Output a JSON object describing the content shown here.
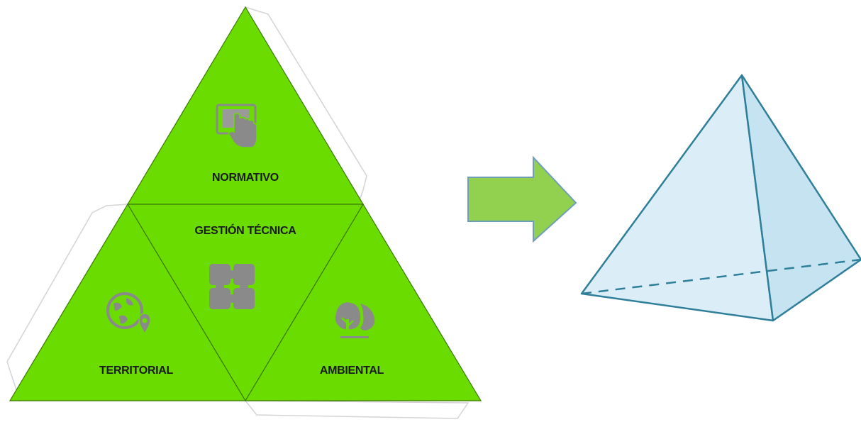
{
  "diagram": {
    "net": {
      "faces": [
        {
          "id": "top",
          "label": "NORMATIVO",
          "icon": "hand-touch-screen-icon"
        },
        {
          "id": "center",
          "label": "GESTIÓN TÉCNICA",
          "icon": "puzzle-icon"
        },
        {
          "id": "left",
          "label": "TERRITORIAL",
          "icon": "globe-location-icon"
        },
        {
          "id": "right",
          "label": "AMBIENTAL",
          "icon": "trees-icon"
        }
      ],
      "face_color": "#6bdc00",
      "edge_color": "#3a7a00",
      "icon_color": "#8a8a8a"
    },
    "arrow": {
      "color": "#92d050",
      "direction": "right"
    },
    "solid": {
      "shape": "tetrahedron",
      "face_color": "#cfe8f3",
      "edge_color": "#2f7f9a"
    }
  }
}
